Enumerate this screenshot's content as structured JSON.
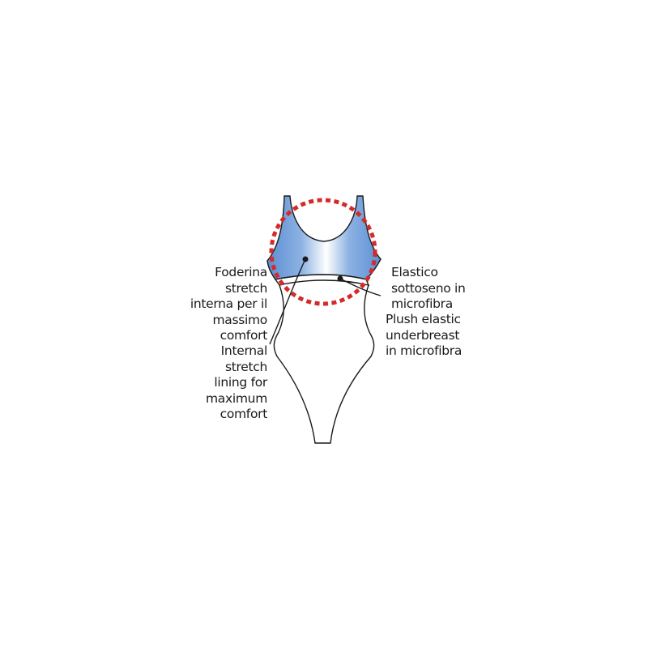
{
  "colors": {
    "outline": "#1a1a1a",
    "lining_blue": "#5b8fd3",
    "lining_highlight": "#ffffff",
    "dotted_circle": "#d42a2a"
  },
  "annotations": {
    "lining_it": "Foderina\nstretch\ninterna per il\nmassimo\ncomfort",
    "lining_en": "Internal\nstretch\nlining for\nmaximum\ncomfort",
    "elastic_it": "Elastico\nsottoseno in\nmicrofibra",
    "elastic_en": "Plush elastic\nunderbreast\nin microfibra"
  }
}
